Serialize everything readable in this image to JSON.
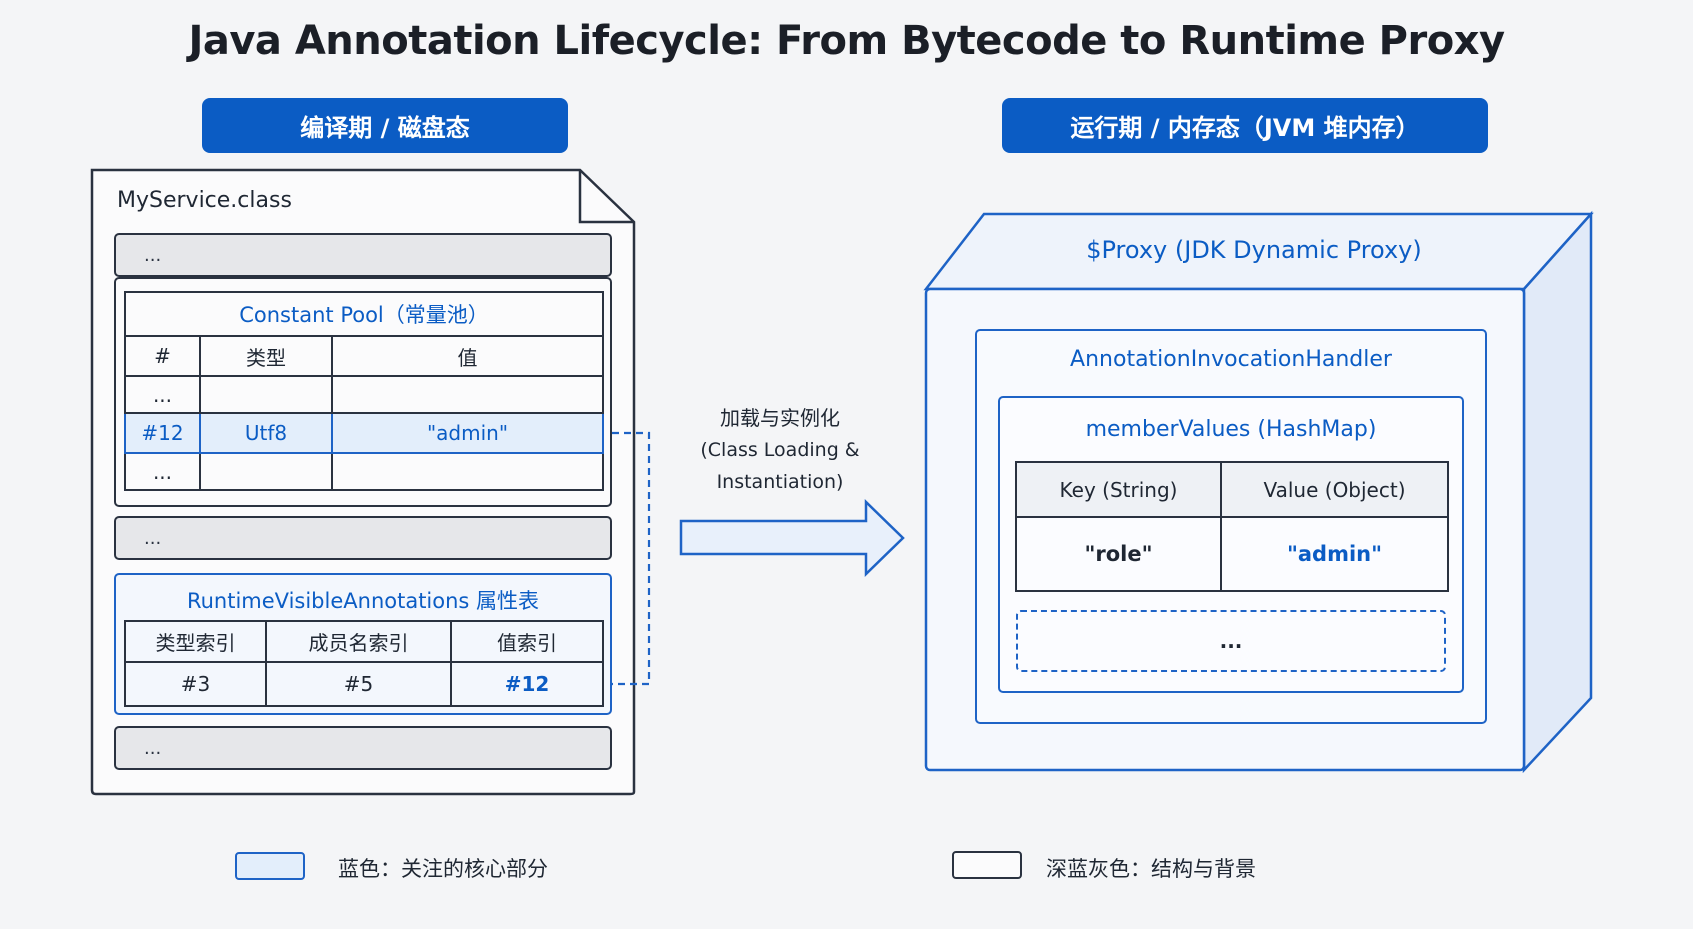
{
  "title": "Java Annotation Lifecycle: From Bytecode to Runtime Proxy",
  "left_header": "编译期 / 磁盘态",
  "right_header": "运行期 / 内存态（JVM 堆内存）",
  "class_file": {
    "name": "MyService.class",
    "ellipsis_top": "...",
    "constant_pool": {
      "title": "Constant Pool（常量池）",
      "headers": [
        "#",
        "类型",
        "值"
      ],
      "rows": [
        [
          "...",
          "",
          ""
        ],
        [
          "#12",
          "Utf8",
          "\"admin\""
        ],
        [
          "...",
          "",
          ""
        ]
      ]
    },
    "ellipsis_mid": "...",
    "annotations": {
      "title": "RuntimeVisibleAnnotations 属性表",
      "headers": [
        "类型索引",
        "成员名索引",
        "值索引"
      ],
      "row": [
        "#3",
        "#5",
        "#12"
      ]
    },
    "ellipsis_bottom": "..."
  },
  "transition": {
    "label_cn": "加载与实例化",
    "label_en_1": "(Class Loading &",
    "label_en_2": "Instantiation)"
  },
  "proxy": {
    "title": "$Proxy (JDK Dynamic Proxy)",
    "handler": "AnnotationInvocationHandler",
    "member_values": "memberValues (HashMap)",
    "headers": [
      "Key (String)",
      "Value (Object)"
    ],
    "row": [
      "\"role\"",
      "\"admin\""
    ],
    "ellipsis": "..."
  },
  "legend": {
    "blue_label": "蓝色：关注的核心部分",
    "grey_label": "深蓝灰色：结构与背景"
  },
  "colors": {
    "accent": "#0b5cc4",
    "structure": "#2a3240",
    "highlight_fill": "#e3eefb"
  }
}
